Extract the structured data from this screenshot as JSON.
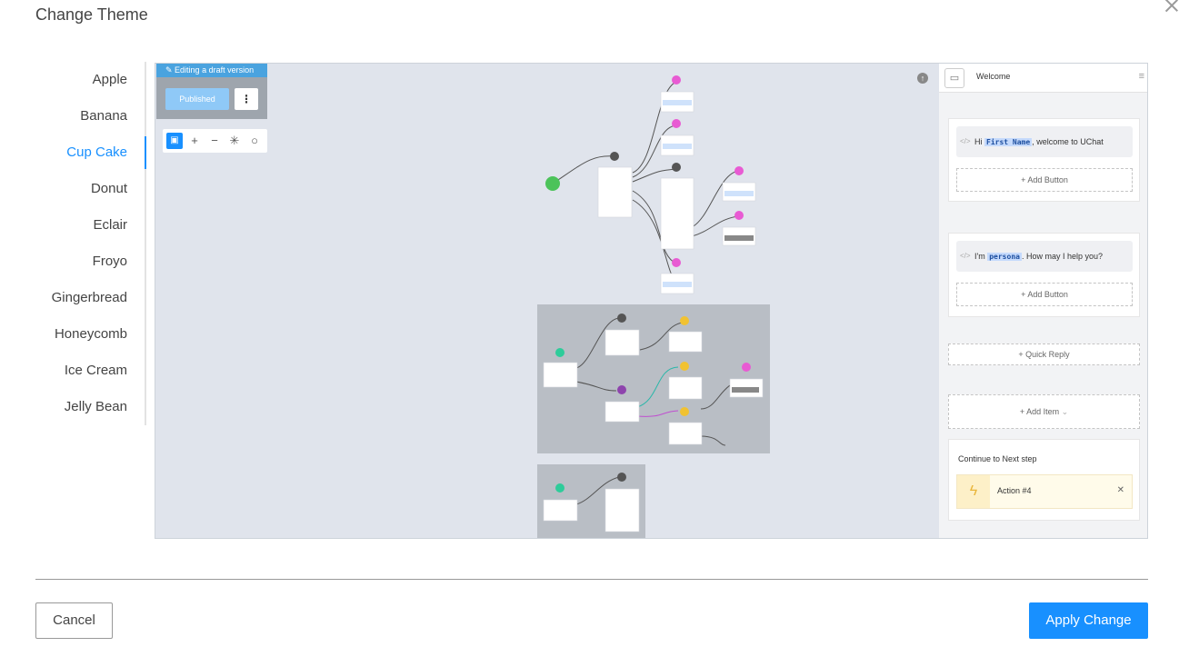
{
  "dialog": {
    "title": "Change Theme"
  },
  "themes": {
    "items": [
      "Apple",
      "Banana",
      "Cup Cake",
      "Donut",
      "Eclair",
      "Froyo",
      "Gingerbread",
      "Honeycomb",
      "Ice Cream",
      "Jelly Bean"
    ],
    "selected": "Cup Cake"
  },
  "preview": {
    "draft_banner": "Editing a draft version",
    "published_label": "Published",
    "panel_title": "Welcome",
    "messages": [
      {
        "prefix": "Hi",
        "variable": "First Name",
        "suffix": ", welcome to UChat"
      },
      {
        "prefix": "I'm",
        "variable": "persona",
        "suffix": ". How may I help you?"
      }
    ],
    "add_button_label": "+ Add Button",
    "quick_reply_label": "+ Quick Reply",
    "add_item_label": "+ Add Item",
    "continue_title": "Continue to Next step",
    "action_label": "Action #4"
  },
  "footer": {
    "cancel_label": "Cancel",
    "apply_label": "Apply Change"
  },
  "colors": {
    "accent": "#1890ff",
    "canvas_bg": "#e0e4ec",
    "group_bg": "#b9bec5"
  }
}
